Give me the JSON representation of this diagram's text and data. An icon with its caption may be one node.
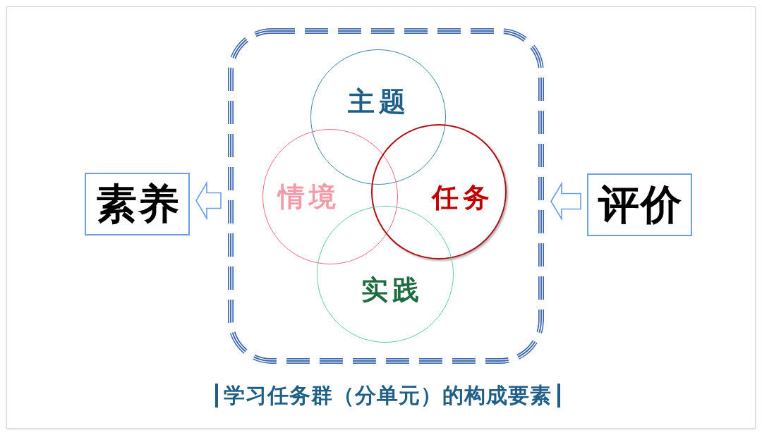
{
  "diagram": {
    "caption": "学习任务群（分单元）的构成要素",
    "nodes": [
      {
        "text": [
          "素养"
        ]
      },
      {
        "text": [],
        "shape": "box"
      },
      {
        "text": [
          "主题"
        ],
        "in": 1
      },
      {
        "text": [
          "情境"
        ],
        "in": 1
      },
      {
        "text": [
          "任务"
        ],
        "in": 1
      },
      {
        "text": [
          "实践"
        ],
        "in": 1
      },
      {
        "text": [
          "评价"
        ]
      }
    ],
    "edges": [
      {
        "from": 1,
        "to": 0,
        "arrow": "to"
      },
      {
        "from": 6,
        "to": 1,
        "arrow": "to"
      }
    ]
  }
}
